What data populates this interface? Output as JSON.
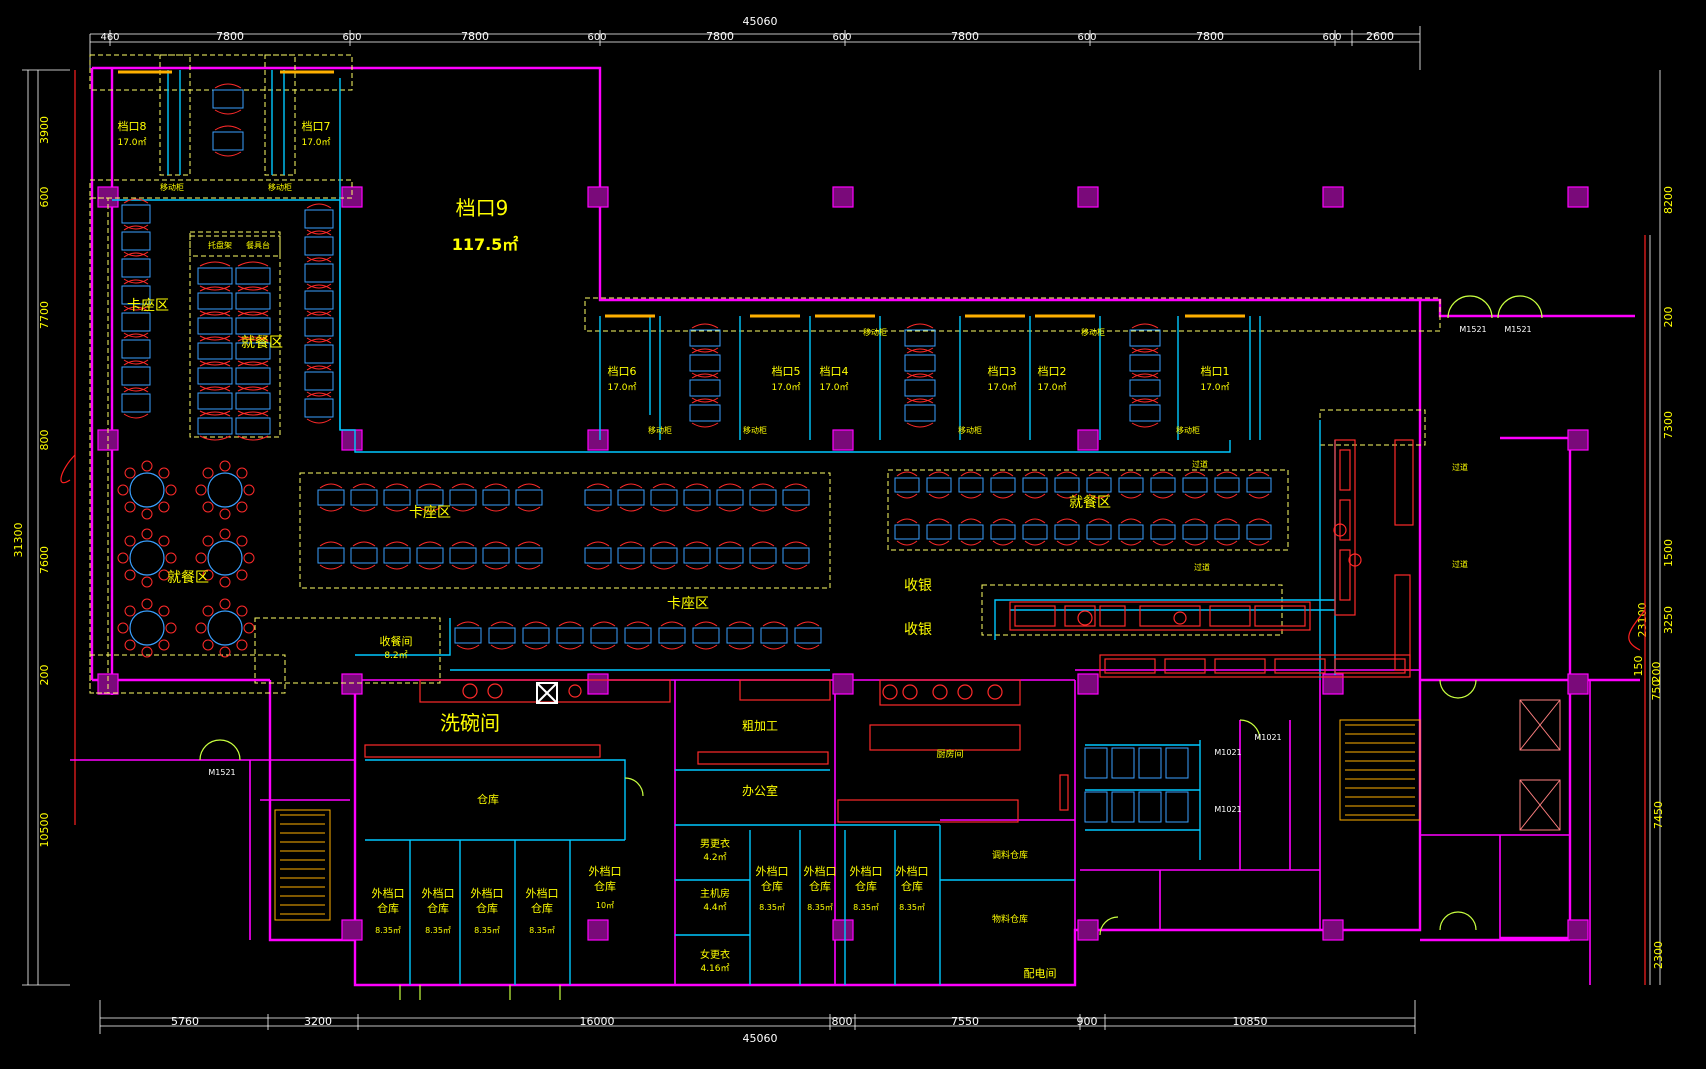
{
  "colors": {
    "background": "#000000",
    "wall": "#ff00ff",
    "partition": "#00c8ff",
    "furniture": "#ff2a2a",
    "table": "#3aa0ff",
    "dim": "#ffffff",
    "label": "#ffff00",
    "aux": "#ffff66"
  },
  "dims": {
    "top_total": "45060",
    "top": [
      "460",
      "7800",
      "600",
      "7800",
      "600",
      "7800",
      "600",
      "7800",
      "600",
      "7800",
      "600",
      "2600"
    ],
    "bottom_total": "45060",
    "bottom": [
      "5760",
      "3200",
      "16000",
      "800",
      "7550",
      "900",
      "10850"
    ],
    "left_total": "31300",
    "left": [
      "3900",
      "600",
      "7700",
      "800",
      "7600",
      "200",
      "10500"
    ],
    "right_a": [
      "8200",
      "200",
      "7300",
      "1500",
      "3250",
      "150",
      "200",
      "750",
      "7450",
      "2300"
    ],
    "right_b": "23100"
  },
  "rooms": {
    "stall9": "档口9",
    "stall9_area": "117.5㎡",
    "stall1": "档口1",
    "stall2": "档口2",
    "stall3": "档口3",
    "stall4": "档口4",
    "stall5": "档口5",
    "stall6": "档口6",
    "stall7": "档口7",
    "stall8": "档口8",
    "stall_area": "17.0㎡",
    "booth": "卡座区",
    "dining": "就餐区",
    "dishwash": "洗碗间",
    "tray_return": "收餐间",
    "tray_return_area": "8.2㎡",
    "cashier": "收银",
    "rough": "粗加工",
    "office": "办公室",
    "warehouse": "仓库",
    "outer_warehouse_1": "外档口",
    "outer_warehouse_2": "仓库",
    "outer_area": "8.35㎡",
    "outer_area_10": "10㎡",
    "men_locker": "男更衣",
    "men_locker_area": "4.2㎡",
    "host_room": "主机房",
    "host_room_area": "4.4㎡",
    "women_locker": "女更衣",
    "women_locker_area": "4.16㎡",
    "seasoning": "调料仓库",
    "goods": "物料仓库",
    "power": "配电间",
    "kitchen": "厨房间",
    "corridor": "过道",
    "mobile_cabinet": "移动柜",
    "tray_cabinet": "托盘架",
    "cutlery": "餐具台",
    "door_m1521": "M1521",
    "door_m1021": "M1021"
  }
}
